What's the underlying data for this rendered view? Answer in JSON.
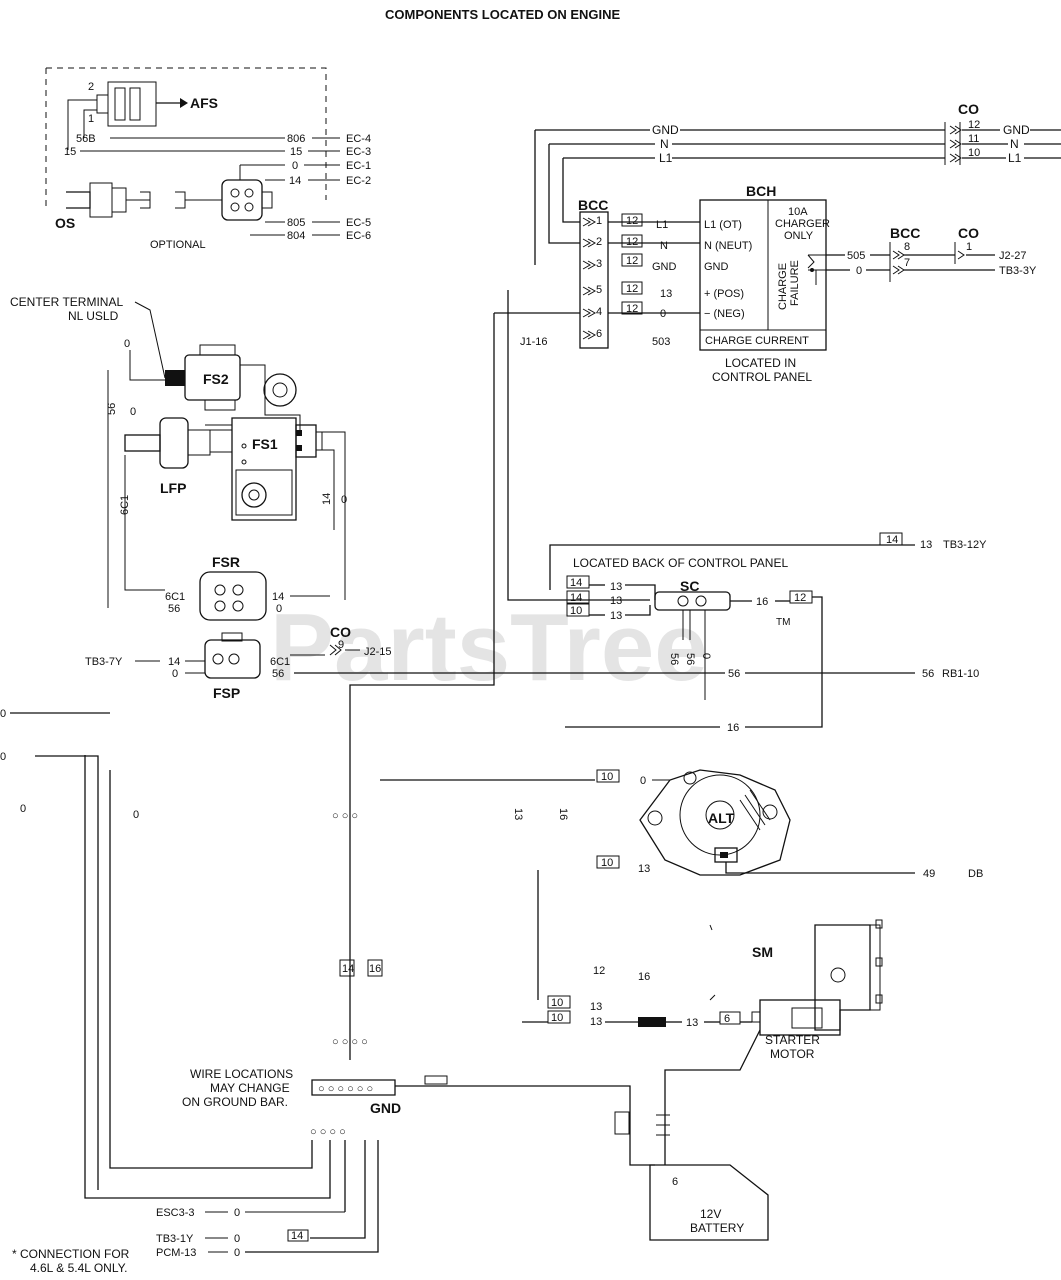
{
  "title": "COMPONENTS LOCATED ON ENGINE",
  "watermark": "PartsTree",
  "trademark": "TM",
  "components": {
    "afs": "AFS",
    "os": "OS",
    "optional": "OPTIONAL",
    "center_terminal_1": "CENTER TERMINAL",
    "center_terminal_2": "NL USLD",
    "fs2": "FS2",
    "fs1": "FS1",
    "lfp": "LFP",
    "fsr": "FSR",
    "fsp": "FSP",
    "bcc": "BCC",
    "bch": "BCH",
    "co": "CO",
    "charger_note_1": "10A",
    "charger_note_2": "CHARGER",
    "charger_note_3": "ONLY",
    "charge_failure_1": "CHARGE",
    "charge_failure_2": "FAILURE",
    "charge_current": "CHARGE CURRENT",
    "located_in_1": "LOCATED IN",
    "located_in_2": "CONTROL PANEL",
    "located_back": "LOCATED BACK OF CONTROL PANEL",
    "sc": "SC",
    "alt": "ALT",
    "sm": "SM",
    "starter_1": "STARTER",
    "starter_2": "MOTOR",
    "gnd": "GND",
    "wire_loc_1": "WIRE LOCATIONS",
    "wire_loc_2": "MAY CHANGE",
    "wire_loc_3": "ON GROUND BAR.",
    "battery_1": "12V",
    "battery_2": "BATTERY",
    "footnote_1": "* CONNECTION FOR",
    "footnote_2": "4.6L & 5.4L ONLY."
  },
  "bch_pins": {
    "l1": "L1 (OT)",
    "n": "N (NEUT)",
    "gnd": "GND",
    "pos": "+ (POS)",
    "neg": "− (NEG)"
  },
  "wires": {
    "gnd": "GND",
    "n": "N",
    "l1": "L1",
    "w56b": "56B",
    "w15": "15",
    "w0": "0",
    "w14": "14",
    "w13": "13",
    "w16": "16",
    "w56": "56",
    "w10": "10",
    "w12": "12",
    "w2": "2",
    "w1": "1",
    "w6c1": "6C1",
    "w805": "805",
    "w804": "804",
    "w806": "806",
    "w505": "505",
    "w503": "503",
    "w49": "49",
    "w6": "6",
    "w8": "8"
  },
  "terminals": {
    "ec4": "EC-4",
    "ec3": "EC-3",
    "ec1": "EC-1",
    "ec2": "EC-2",
    "ec5": "EC-5",
    "ec6": "EC-6",
    "j2_27": "J2-27",
    "tb3_3y": "TB3-3Y",
    "j1_16": "J1-16",
    "tb3_12y": "TB3-12Y",
    "tb3_7y": "TB3-7Y",
    "j2_15": "J2-15",
    "rb1_10": "RB1-10",
    "db": "DB",
    "esc3_3": "ESC3-3",
    "tb3_1y": "TB3-1Y",
    "pcm_13": "PCM-13"
  },
  "connector_pins": {
    "co12": "12",
    "co11": "11",
    "co10": "10",
    "co1": "1",
    "co9": "9",
    "bcc1": "1",
    "bcc2": "2",
    "bcc3": "3",
    "bcc5": "5",
    "bcc4": "4",
    "bcc6": "6",
    "bcc_r8": "8",
    "bcc_r7": "7"
  }
}
